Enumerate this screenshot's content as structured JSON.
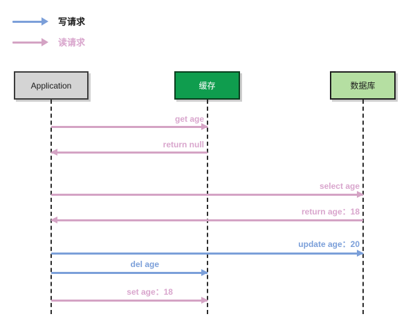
{
  "diagram": {
    "title": "Cache Aside sequence diagram",
    "colors": {
      "write_request": "#7b9fd9",
      "read_request": "#d4a3c4",
      "lifeline": "#2b2b2b",
      "app_box_fill": "#d4d4d4",
      "cache_box_fill": "#0f9d4e",
      "db_box_fill": "#b5dfa2",
      "background": "#ffffff"
    }
  },
  "legend": {
    "items": [
      {
        "label": "写请求",
        "kind": "write-request",
        "color": "#7b9fd9",
        "icon": "arrow-right-icon"
      },
      {
        "label": "读请求",
        "kind": "read-request",
        "color": "#d4a3c4",
        "icon": "arrow-right-icon"
      }
    ]
  },
  "participants": [
    {
      "id": "app",
      "label": "Application"
    },
    {
      "id": "cache",
      "label": "缓存"
    },
    {
      "id": "db",
      "label": "数据库"
    }
  ],
  "messages": [
    {
      "index": 0,
      "label": "get age",
      "from": "app",
      "to": "db",
      "kind": "read-request",
      "direction": "to-right"
    },
    {
      "index": 1,
      "label": "return null",
      "from": "db",
      "to": "app",
      "kind": "read-request",
      "direction": "to-left"
    },
    {
      "index": 2,
      "label": "select age",
      "from": "app",
      "to": "db",
      "kind": "read-request",
      "direction": "to-right"
    },
    {
      "index": 3,
      "label": "return age：18",
      "from": "db",
      "to": "app",
      "kind": "read-request",
      "direction": "to-left"
    },
    {
      "index": 4,
      "label": "update age：20",
      "from": "app",
      "to": "db",
      "kind": "write-request",
      "direction": "to-right"
    },
    {
      "index": 5,
      "label": "del age",
      "from": "app",
      "to": "cache",
      "kind": "write-request",
      "direction": "to-right"
    },
    {
      "index": 6,
      "label": "set age：18",
      "from": "app",
      "to": "cache",
      "kind": "read-request",
      "direction": "to-right"
    }
  ]
}
